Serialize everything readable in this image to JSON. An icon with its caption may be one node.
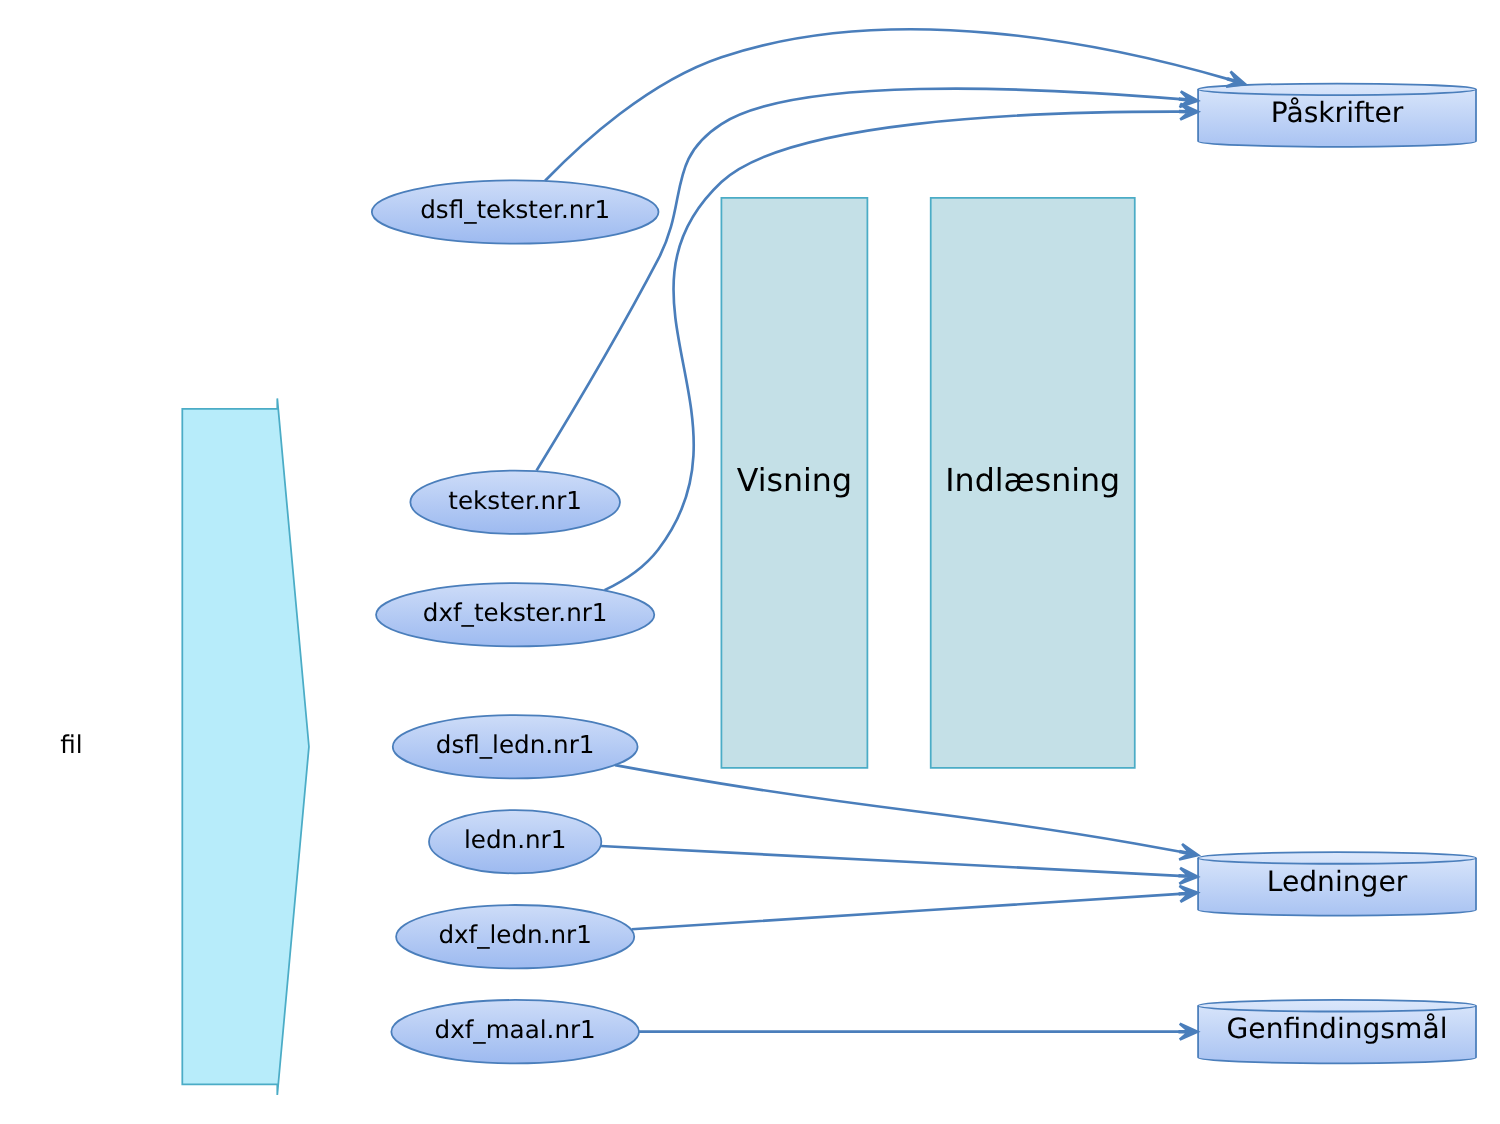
{
  "diagram": {
    "nodes": [
      {
        "text": [],
        "shape": "arrow"
      },
      {
        "text": [
          "dsfl_ledn.nr1"
        ]
      },
      {
        "text": [
          "ledn.nr1"
        ]
      },
      {
        "text": [
          "dxf_ledn.nr1"
        ]
      },
      {
        "text": [
          "dsfl_tekster.nr1"
        ]
      },
      {
        "text": [
          "tekster.nr1"
        ]
      },
      {
        "text": [
          "dxf_tekster.nr1"
        ]
      },
      {
        "text": [
          "dxf_maal.nr1"
        ]
      },
      {
        "text": [
          "Visning"
        ]
      },
      {
        "text": [
          "Indlæsning"
        ]
      },
      {
        "text": [
          "Ledninger"
        ]
      },
      {
        "text": [
          "Påskrifter"
        ]
      },
      {
        "text": [
          "Genfindingsmål"
        ]
      }
    ],
    "edges": [
      {
        "from": 1,
        "to": 10,
        "arrow": "to"
      },
      {
        "from": 2,
        "to": 10,
        "arrow": "to"
      },
      {
        "from": 3,
        "to": 10,
        "arrow": "to"
      },
      {
        "from": 4,
        "to": 11,
        "arrow": "to"
      },
      {
        "from": 5,
        "to": 11,
        "arrow": "to"
      },
      {
        "from": 6,
        "to": 11,
        "arrow": "to"
      },
      {
        "from": 7,
        "to": 12,
        "arrow": "to"
      }
    ],
    "labels": [
      "fil"
    ]
  }
}
